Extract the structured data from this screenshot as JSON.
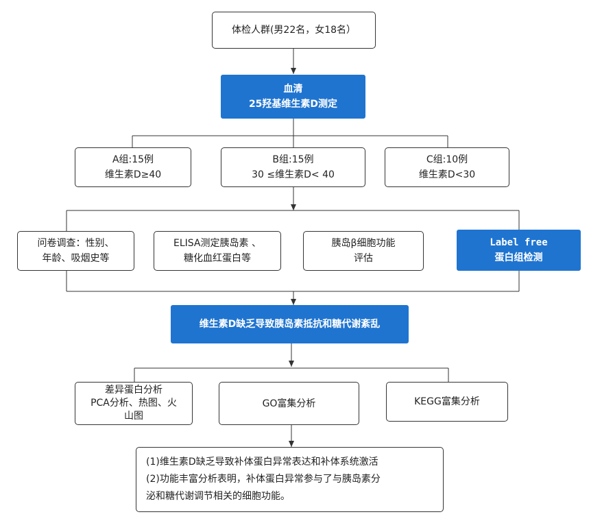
{
  "diagram": {
    "top": [
      "体检人群(男22名，女18名）"
    ],
    "serum": [
      "血清",
      "25羟基维生素D测定"
    ],
    "groups": [
      [
        "A组:15例",
        "维生素D≥40"
      ],
      [
        "B组:15例",
        "30 ≤维生素D< 40"
      ],
      [
        "C组:10例",
        "维生素D<30"
      ]
    ],
    "methods": [
      [
        "问卷调查：性别、",
        "年龄、吸烟史等"
      ],
      [
        "ELISA测定胰岛素 、",
        "糖化血红蛋白等"
      ],
      [
        "胰岛β细胞功能",
        "评估"
      ],
      [
        "Label free",
        "蛋白组检测"
      ]
    ],
    "finding": [
      "维生素D缺乏导致胰岛素抵抗和糖代谢紊乱"
    ],
    "analyses": [
      [
        "差异蛋白分析",
        "PCA分析、热图、火",
        "山图"
      ],
      [
        "GO富集分析"
      ],
      [
        "KEGG富集分析"
      ]
    ],
    "conclusion": [
      "(1)维生素D缺乏导致补体蛋白异常表达和补体系统激活",
      "(2)功能丰富分析表明，补体蛋白异常参与了与胰岛素分",
      "泌和糖代谢调节相关的细胞功能。"
    ]
  },
  "colors": {
    "accent": "#1f74d0",
    "stroke": "#333333"
  }
}
